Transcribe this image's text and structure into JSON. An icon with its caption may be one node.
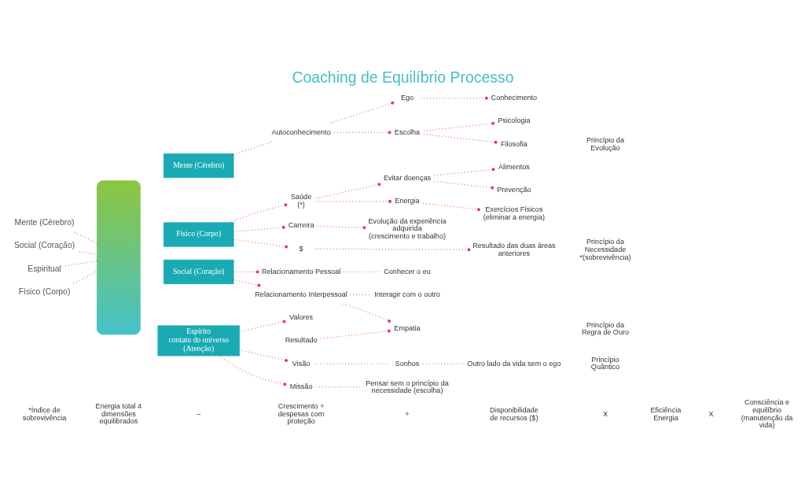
{
  "diagram": {
    "title": "Coaching de Equilíbrio Processo",
    "nodes": [
      {
        "text": [
          "Mente (Cérebro)"
        ]
      },
      {
        "text": [
          "Social (Coração)"
        ]
      },
      {
        "text": [
          "Espiritual"
        ]
      },
      {
        "text": [
          "Físico (Corpo)"
        ]
      },
      {
        "text": [],
        "shape": "person"
      },
      {
        "text": [
          "Mente (Cérebro)"
        ]
      },
      {
        "text": [
          "Autoconhecimento"
        ]
      },
      {
        "text": [
          "Ego"
        ]
      },
      {
        "text": [
          "Conhecimento"
        ]
      },
      {
        "text": [
          "Escolha"
        ]
      },
      {
        "text": [
          "Psicologia"
        ]
      },
      {
        "text": [
          "Filosofia"
        ]
      },
      {
        "text": [
          "Físico (Corpo)"
        ]
      },
      {
        "text": [
          "Saúde"
        ],
        "beside": [
          "(*)"
        ]
      },
      {
        "text": [
          "Evitar doenças"
        ]
      },
      {
        "text": [
          "Alimentos"
        ]
      },
      {
        "text": [
          "Prevenção"
        ]
      },
      {
        "text": [
          "Energia"
        ]
      },
      {
        "text": [
          "Exercícios Físicos",
          "(eliminar a energia)"
        ]
      },
      {
        "text": [
          "Carreira"
        ]
      },
      {
        "text": [
          "Evolução da experiência adquirida",
          "(crescimento e trabalho)"
        ]
      },
      {
        "text": [
          "$"
        ]
      },
      {
        "text": [
          "Resultado das duas áreas anteriores"
        ]
      },
      {
        "text": [
          "Social (Coração)"
        ]
      },
      {
        "text": [
          "Relacionamento Pessoal"
        ]
      },
      {
        "text": [
          "Conhecer o eu"
        ]
      },
      {
        "text": [
          "Relacionamento Interpessoal"
        ]
      },
      {
        "text": [
          "Interagir com o outro"
        ]
      },
      {
        "text": [
          "Resultado"
        ]
      },
      {
        "text": [
          "Empatia"
        ]
      },
      {
        "text": [
          "Espírito",
          "contato do universo",
          "(Atenção)"
        ]
      },
      {
        "text": [
          "Valores"
        ]
      },
      {
        "text": [
          "Visão"
        ]
      },
      {
        "text": [
          "Sonhos"
        ]
      },
      {
        "text": [
          "Outro lado da vida sem o ego"
        ]
      },
      {
        "text": [
          "Missão"
        ]
      },
      {
        "text": [
          "Pensar sem o princípio da necessidade (escolha)"
        ]
      }
    ],
    "edges": [
      {
        "from": 0,
        "to": 4,
        "arrow": "none"
      },
      {
        "from": 1,
        "to": 4,
        "arrow": "none"
      },
      {
        "from": 2,
        "to": 4,
        "arrow": "none"
      },
      {
        "from": 3,
        "to": 4,
        "arrow": "none"
      },
      {
        "from": 5,
        "to": 6,
        "arrow": "none"
      },
      {
        "from": 6,
        "to": 7,
        "arrow": "other"
      },
      {
        "from": 6,
        "to": 9,
        "arrow": "other"
      },
      {
        "from": 7,
        "to": 8,
        "arrow": "other"
      },
      {
        "from": 9,
        "to": 10,
        "arrow": "other"
      },
      {
        "from": 9,
        "to": 11,
        "arrow": "other"
      },
      {
        "from": 12,
        "to": 13,
        "arrow": "other"
      },
      {
        "from": 12,
        "to": 19,
        "arrow": "other"
      },
      {
        "from": 12,
        "to": 21,
        "arrow": "other"
      },
      {
        "from": 13,
        "to": 14,
        "arrow": "other"
      },
      {
        "from": 13,
        "to": 17,
        "arrow": "other"
      },
      {
        "from": 14,
        "to": 15,
        "arrow": "other"
      },
      {
        "from": 14,
        "to": 16,
        "arrow": "other"
      },
      {
        "from": 17,
        "to": 18,
        "arrow": "other"
      },
      {
        "from": 19,
        "to": 20,
        "arrow": "other"
      },
      {
        "from": 21,
        "to": 22,
        "arrow": "other"
      },
      {
        "from": 23,
        "to": 24,
        "arrow": "other"
      },
      {
        "from": 23,
        "to": 26,
        "arrow": "other"
      },
      {
        "from": 24,
        "to": 25,
        "arrow": "none"
      },
      {
        "from": 26,
        "to": 27,
        "arrow": "none"
      },
      {
        "from": 26,
        "to": 29,
        "arrow": "other"
      },
      {
        "from": 28,
        "to": 29,
        "arrow": "other"
      },
      {
        "from": 30,
        "to": 31,
        "arrow": "other"
      },
      {
        "from": 30,
        "to": 32,
        "arrow": "other"
      },
      {
        "from": 30,
        "to": 35,
        "arrow": "other"
      },
      {
        "from": 32,
        "to": 33,
        "arrow": "none"
      },
      {
        "from": 33,
        "to": 34,
        "arrow": "none"
      },
      {
        "from": 35,
        "to": 36,
        "arrow": "none"
      }
    ],
    "labels": [
      "Princípio da Evolução",
      "Princípio da Necessidade *(sobrevivência)",
      "Princípio da Regra de Ouro",
      "Princípio Quântico",
      "*Índice de sobrevivência",
      "Energia total 4 dimensões equilibrados",
      "–",
      "Crescimento + despesas com proteção",
      "+",
      "Disponibilidade de recursos ($)",
      "X",
      "Eficiência Energia",
      "X",
      "Consciência e equilíbrio (manutenção da vida)"
    ]
  }
}
